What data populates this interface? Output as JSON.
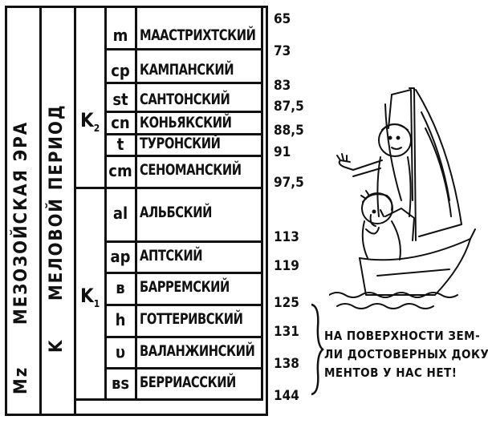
{
  "era": {
    "abbr": "Mz",
    "name": "МЕЗОЗОЙСКАЯ ЭРА"
  },
  "period": {
    "abbr": "K",
    "name": "МЕЛОВОЙ ПЕРИОД"
  },
  "epochs": [
    {
      "label": "K",
      "sub": "2"
    },
    {
      "label": "K",
      "sub": "1"
    }
  ],
  "stages": [
    {
      "abbr": "m",
      "name": "МААСТРИХТСКИЙ"
    },
    {
      "abbr": "cp",
      "name": "КАМПАНСКИЙ"
    },
    {
      "abbr": "st",
      "name": "САНТОНСКИЙ"
    },
    {
      "abbr": "cn",
      "name": "КОНЬЯКСКИЙ"
    },
    {
      "abbr": "t",
      "name": "ТУРОНСКИЙ"
    },
    {
      "abbr": "cm",
      "name": "СЕНОМАНСКИЙ"
    },
    {
      "abbr": "al",
      "name": "АЛЬБСКИЙ"
    },
    {
      "abbr": "ap",
      "name": "АПТСКИЙ"
    },
    {
      "abbr": "в",
      "name": "БАРРЕМСКИЙ"
    },
    {
      "abbr": "h",
      "name": "ГОТТЕРИВСКИЙ"
    },
    {
      "abbr": "υ",
      "name": "ВАЛАНЖИНСКИЙ"
    },
    {
      "abbr": "вs",
      "name": "БЕРРИАССКИЙ"
    }
  ],
  "ages": [
    "65",
    "73",
    "83",
    "87,5",
    "88,5",
    "91",
    "97,5",
    "113",
    "119",
    "125",
    "131",
    "138",
    "144"
  ],
  "note": [
    "НА ПОВЕРХНОСТИ ЗЕМ-",
    "ЛИ ДОСТОВЕРНЫХ ДОКУ",
    "МЕНТОВ У НАС НЕТ!"
  ]
}
